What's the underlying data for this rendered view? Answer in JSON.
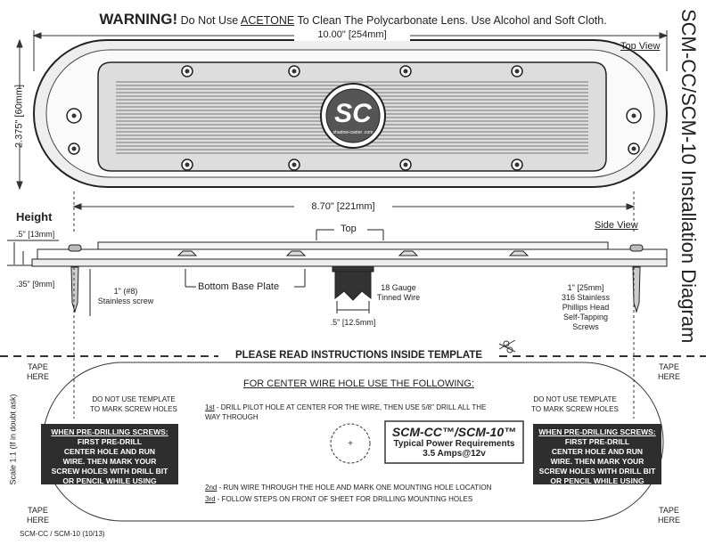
{
  "warning": {
    "bold": "WARNING!",
    "pre": " Do Not Use ",
    "acetone": "ACETONE",
    "post": " To Clean The Polycarbonate Lens. Use Alcohol and Soft Cloth."
  },
  "dims": {
    "length": "10.00\" [254mm]",
    "width": "2.375\" [60mm]",
    "screw_span": "8.70\" [221mm]",
    "height_top": ".5\" [13mm]",
    "height_base": ".35\" [9mm]",
    "wire_dia": ".5\" [12.5mm]"
  },
  "labels": {
    "top_view": "Top View",
    "side_view": "Side View",
    "height": "Height",
    "top": "Top",
    "bottom_base_plate": "Bottom Base Plate",
    "wire": "18 Gauge\nTinned Wire",
    "screw_left": "1\" (#8)\nStainless screw",
    "screw_right": "1\" [25mm]\n316 Stainless\nPhillips Head\nSelf-Tapping\nScrews"
  },
  "logo": {
    "text": "SC",
    "sub": "shadow-caster .com"
  },
  "side_title": "SCM-CC/SCM-10 Installation Diagram",
  "template": {
    "read": "PLEASE READ INSTRUCTIONS INSIDE TEMPLATE",
    "tape": "TAPE\nHERE",
    "scale": "Scale 1:1  (If in doubt ask)",
    "no_template": "DO NOT USE TEMPLATE\nTO MARK SCREW HOLES",
    "predrill_title": "WHEN PRE-DRILLING SCREWS:",
    "predrill_body": "FIRST PRE-DRILL\nCENTER HOLE AND RUN\nWIRE. THEN MARK YOUR\nSCREW HOLES WITH DRILL BIT\nOR PENCIL WHILE USING\nACTUAL LIGHT HOUSING",
    "heading": "FOR CENTER WIRE HOLE USE THE FOLLOWING:",
    "steps": [
      {
        "n": "1st",
        "t": " - DRILL PILOT HOLE AT CENTER FOR THE WIRE, THEN USE 5/8\" DRILL ALL THE\nWAY THROUGH"
      },
      {
        "n": "2nd",
        "t": " - RUN WIRE THROUGH THE HOLE AND MARK ONE MOUNTING HOLE LOCATION"
      },
      {
        "n": "3rd",
        "t": " -  FOLLOW STEPS ON FRONT OF SHEET FOR DRILLING MOUNTING HOLES"
      }
    ],
    "power_model": "SCM-CC™/SCM-10™",
    "power_label": "Typical Power Requirements",
    "power_value": "3.5 Amps@12v"
  },
  "footer": "SCM-CC / SCM-10 (10/13)"
}
